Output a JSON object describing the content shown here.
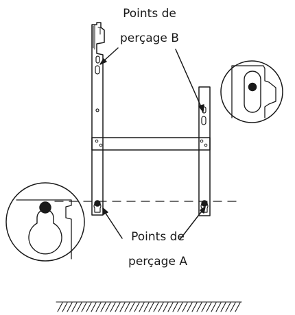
{
  "labels": {
    "drill_points_b": [
      "Points de",
      "perçage B"
    ],
    "drill_points_a": [
      "Points de",
      "perçage A"
    ]
  },
  "colors": {
    "stroke": "#1a1a1a",
    "background": "#ffffff"
  }
}
